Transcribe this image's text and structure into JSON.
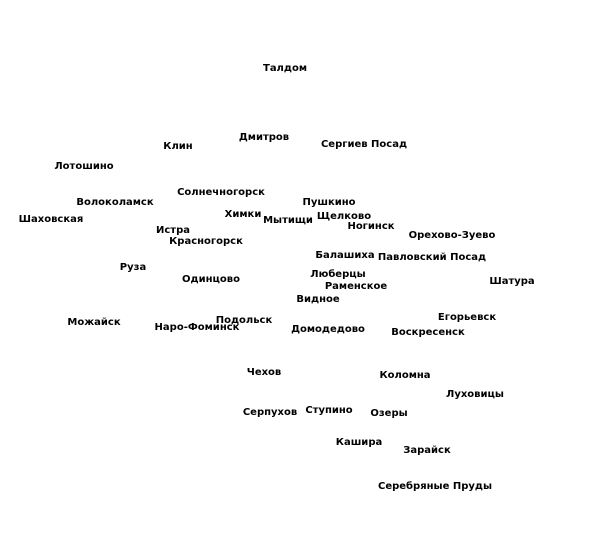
{
  "map": {
    "text_color": "#000000",
    "background": "#ffffff",
    "towns": [
      "Талдом",
      "Дмитров",
      "Клин",
      "Сергиев Посад",
      "Лотошино",
      "Солнечногорск",
      "Волоколамск",
      "Пушкино",
      "Шаховская",
      "Химки",
      "Мытищи",
      "Щелково",
      "Истра",
      "Ногинск",
      "Орехово-Зуево",
      "Красногорск",
      "Балашиха",
      "Павловский Посад",
      "Руза",
      "Люберцы",
      "Одинцово",
      "Шатура",
      "Раменское",
      "Видное",
      "Егорьевск",
      "Подольск",
      "Можайск",
      "Наро-Фоминск",
      "Домодедово",
      "Воскресенск",
      "Чехов",
      "Коломна",
      "Луховицы",
      "Серпухов",
      "Ступино",
      "Озеры",
      "Кашира",
      "Зарайск",
      "Серебряные Пруды"
    ]
  }
}
